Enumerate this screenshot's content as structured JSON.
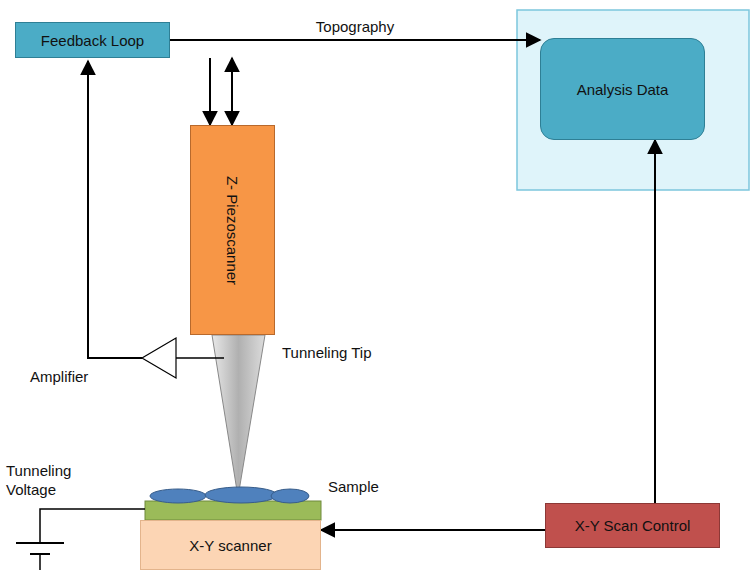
{
  "diagram": {
    "nodes": [
      {
        "text": [
          "Feedback Loop"
        ]
      },
      {
        "text": [
          "Z- Piezoscanner"
        ]
      },
      {
        "text": [
          "Analysis Data"
        ]
      },
      {
        "text": [
          "X-Y scanner"
        ]
      },
      {
        "text": [
          "X-Y Scan Control"
        ]
      }
    ],
    "edges": [
      {
        "from": 0,
        "to": 2,
        "label": "Topography",
        "arrow": "to"
      },
      {
        "from": 0,
        "to": 1,
        "arrow": "to"
      },
      {
        "from": 0,
        "to": 1,
        "arrow": "both"
      },
      {
        "from": 4,
        "to": 2,
        "arrow": "to"
      },
      {
        "from": 4,
        "to": 3,
        "arrow": "to"
      }
    ],
    "labels": [
      "Amplifier",
      "Tunneling Tip",
      "Tunneling Voltage",
      "Sample"
    ]
  }
}
